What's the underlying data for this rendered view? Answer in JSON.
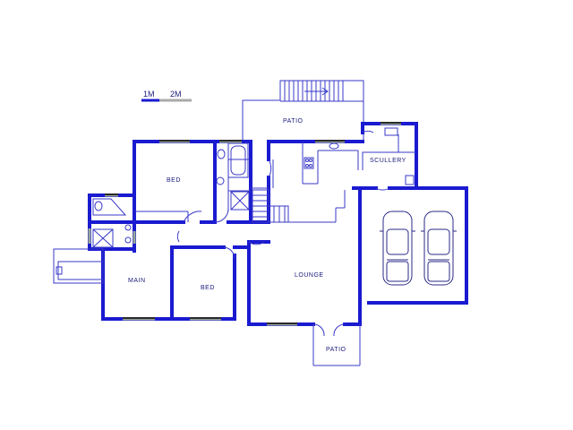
{
  "scale_bar": {
    "label_1": "1M",
    "label_2": "2M"
  },
  "rooms": {
    "patio_top": "PATIO",
    "scullery": "SCULLERY",
    "bed_1": "BED",
    "main": "MAIN",
    "bed_2": "BED",
    "lounge": "LOUNGE",
    "patio_bottom": "PATIO"
  },
  "colors": {
    "wall": "#1a1ad0",
    "thin_line": "#3838c8",
    "text": "#1a1a7a"
  }
}
